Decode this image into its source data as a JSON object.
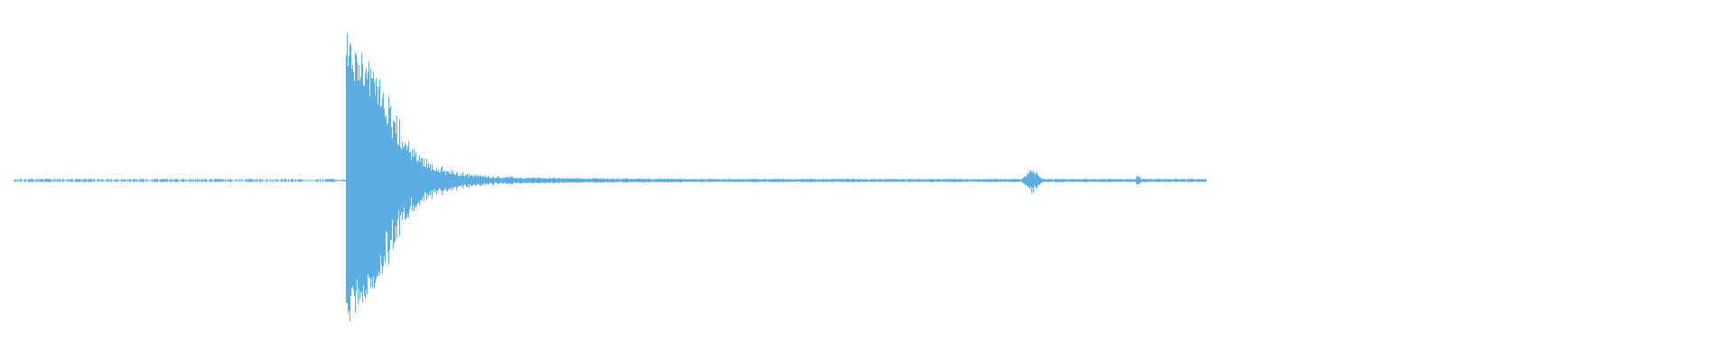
{
  "waveform": {
    "color": "#5dade2",
    "envelope": {
      "pre_noise_level": 0.01,
      "attack_peak": 1.0,
      "decay_tail_level": 0.03,
      "secondary_blip_level": 0.09
    }
  }
}
